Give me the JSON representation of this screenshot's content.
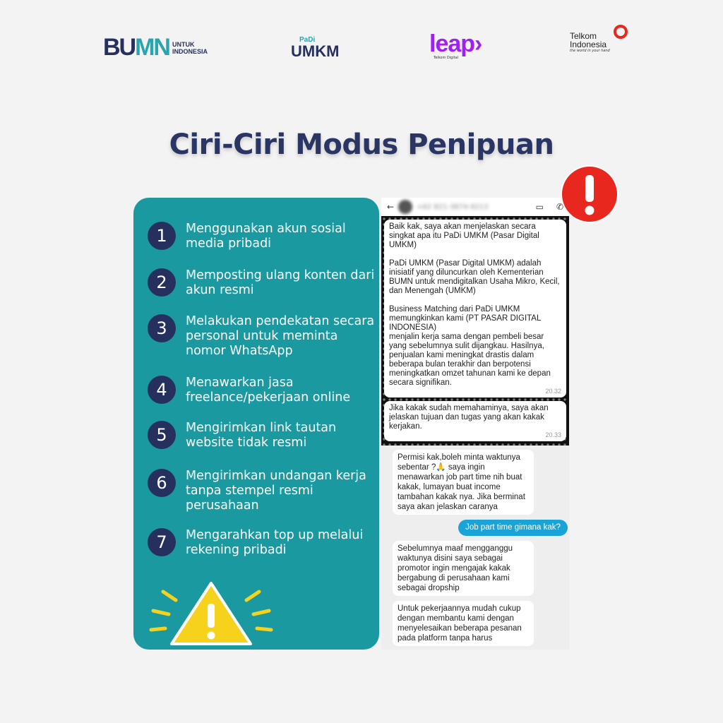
{
  "logos": {
    "bumn": {
      "mark": "BUMN",
      "tagline_1": "UNTUK",
      "tagline_2": "INDONESIA"
    },
    "padi": {
      "top": "PaDi",
      "bottom": "UMKM"
    },
    "leap": {
      "word": "leap",
      "sub": "Telkom Digital"
    },
    "telkom": {
      "line1": "Telkom",
      "line2": "Indonesia",
      "tagline": "the world in your hand"
    }
  },
  "title": "Ciri-Ciri Modus Penipuan",
  "items": [
    {
      "num": "1",
      "text": "Menggunakan akun sosial media pribadi"
    },
    {
      "num": "2",
      "text": "Memposting ulang konten dari akun resmi"
    },
    {
      "num": "3",
      "text": "Melakukan pendekatan secara personal untuk meminta nomor WhatsApp"
    },
    {
      "num": "4",
      "text": "Menawarkan jasa freelance/pekerjaan online"
    },
    {
      "num": "5",
      "text": "Mengirimkan link tautan website tidak resmi"
    },
    {
      "num": "6",
      "text": "Mengirimkan undangan kerja tanpa stempel resmi perusahaan"
    },
    {
      "num": "7",
      "text": "Mengarahkan top up melalui rekening pribadi"
    }
  ],
  "chat": {
    "contact": "+62 821-3874-9213",
    "messages": [
      {
        "text": "Baik kak, saya akan menjelaskan secara singkat apa itu PaDi UMKM (Pasar Digital UMKM)\n\nPaDi UMKM (Pasar Digital UMKM) adalah inisiatif yang diluncurkan oleh Kementerian BUMN untuk mendigitalkan Usaha Mikro, Kecil, dan Menengah (UMKM)\n\nBusiness Matching dari PaDi UMKM memungkinkan kami (PT PASAR DIGITAL INDONESIA)\nmenjalin kerja sama dengan pembeli besar yang sebelumnya sulit dijangkau. Hasilnya, penjualan kami meningkat drastis dalam beberapa bulan terakhir dan berpotensi meningkatkan omzet tahunan kami ke depan secara signifikan.",
        "time": "20.32"
      },
      {
        "text": "Jika kakak sudah memahaminya, saya akan jelaskan tujuan dan tugas yang akan kakak kerjakan.",
        "time": "20.33"
      },
      {
        "text": "Permisi kak,boleh minta waktunya sebentar ?🙏 saya ingin menawarkan job part time nih buat kakak, lumayan buat income tambahan kakak nya. Jika berminat saya akan jelaskan caranya"
      },
      {
        "text": "Job part time gimana kak?"
      },
      {
        "text": "Sebelumnya maaf mengganggu waktunya disini saya sebagai promotor ingin mengajak kakak bergabung di perusahaan kami sebagai dropship"
      },
      {
        "text": "Untuk pekerjaannya mudah cukup dengan membantu kami dengan menyelesaikan beberapa pesanan pada platform tanpa harus"
      }
    ]
  },
  "colors": {
    "panel": "#1a9aa0",
    "navy": "#25305e",
    "alert_red": "#e8281e",
    "warning_yellow": "#f7d21c",
    "outgoing": "#1aa3d6"
  },
  "icons": {
    "alert": "exclamation-circle-icon",
    "warning": "warning-triangle-icon"
  }
}
